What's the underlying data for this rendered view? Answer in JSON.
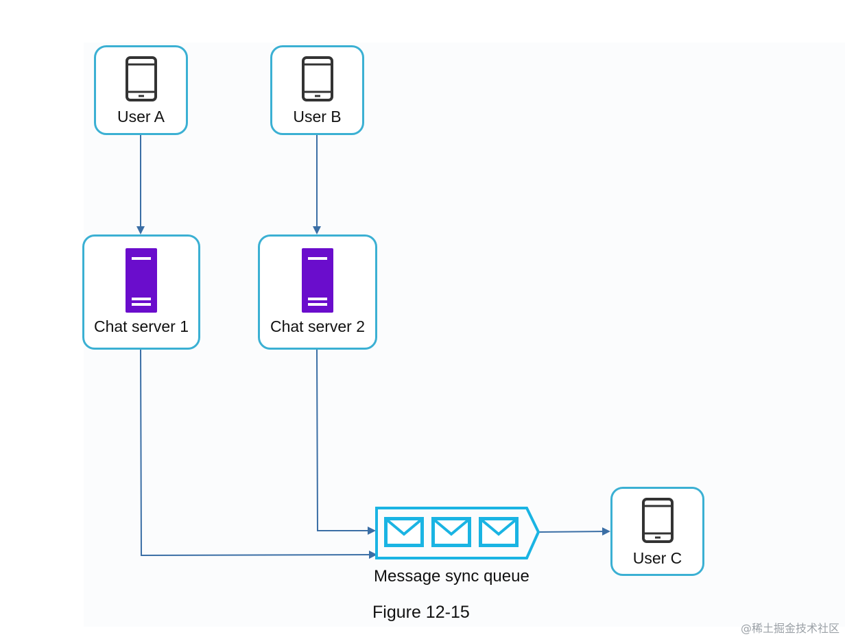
{
  "nodes": {
    "user_a": {
      "label": "User A",
      "icon": "mobile-phone-icon"
    },
    "user_b": {
      "label": "User B",
      "icon": "mobile-phone-icon"
    },
    "user_c": {
      "label": "User C",
      "icon": "mobile-phone-icon"
    },
    "chat_server_1": {
      "label": "Chat server 1",
      "icon": "server-icon"
    },
    "chat_server_2": {
      "label": "Chat server 2",
      "icon": "server-icon"
    },
    "message_sync_queue": {
      "label": "Message sync queue",
      "icon": "message-queue-icon"
    }
  },
  "edges": [
    {
      "from": "User A",
      "to": "Chat server 1"
    },
    {
      "from": "User B",
      "to": "Chat server 2"
    },
    {
      "from": "Chat server 1",
      "to": "Message sync queue"
    },
    {
      "from": "Chat server 2",
      "to": "Message sync queue"
    },
    {
      "from": "Message sync queue",
      "to": "User C"
    }
  ],
  "figure_caption": "Figure 12-15",
  "watermark": "@稀土掘金技术社区",
  "colors": {
    "node_border": "#3bb0d3",
    "arrow": "#3a6ea5",
    "server": "#6a0dcc",
    "queue": "#1ab4e3",
    "phone": "#333333"
  }
}
